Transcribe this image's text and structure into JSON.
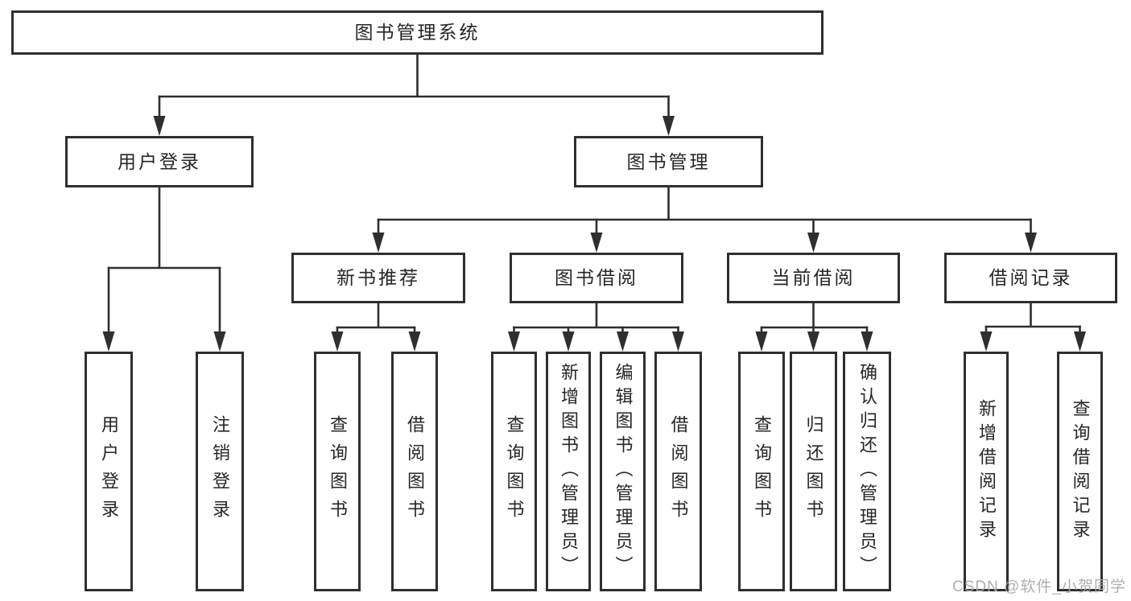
{
  "diagram_title": "图书管理系统",
  "colors": {
    "line": "#2f2f2f",
    "box_border": "#2f2f2f",
    "box_fill": "#ffffff",
    "text": "#262626",
    "background": "#ffffff",
    "watermark": "#a8a8a8"
  },
  "tree": {
    "id": "root",
    "label": "图书管理系统",
    "children": [
      {
        "id": "user-login",
        "label": "用户登录",
        "children": [
          {
            "id": "leaf-user-login",
            "label": "用户登录"
          },
          {
            "id": "leaf-logout",
            "label": "注销登录"
          }
        ]
      },
      {
        "id": "book-mgmt",
        "label": "图书管理",
        "children": [
          {
            "id": "new-book-rec",
            "label": "新书推荐",
            "children": [
              {
                "id": "nbr-query",
                "label": "查询图书"
              },
              {
                "id": "nbr-borrow",
                "label": "借阅图书"
              }
            ]
          },
          {
            "id": "book-borrow",
            "label": "图书借阅",
            "children": [
              {
                "id": "bb-query",
                "label": "查询图书"
              },
              {
                "id": "bb-add",
                "label": "新增图书（管理员）"
              },
              {
                "id": "bb-edit",
                "label": "编辑图书（管理员）"
              },
              {
                "id": "bb-borrow",
                "label": "借阅图书"
              }
            ]
          },
          {
            "id": "current-borrow",
            "label": "当前借阅",
            "children": [
              {
                "id": "cb-query",
                "label": "查询图书"
              },
              {
                "id": "cb-return",
                "label": "归还图书"
              },
              {
                "id": "cb-confirm",
                "label": "确认归还（管理员）"
              }
            ]
          },
          {
            "id": "borrow-record",
            "label": "借阅记录",
            "children": [
              {
                "id": "br-add",
                "label": "新增借阅记录"
              },
              {
                "id": "br-query",
                "label": "查询借阅记录"
              }
            ]
          }
        ]
      }
    ]
  },
  "watermark": {
    "text": "CSDN @软件_小贺同学"
  }
}
